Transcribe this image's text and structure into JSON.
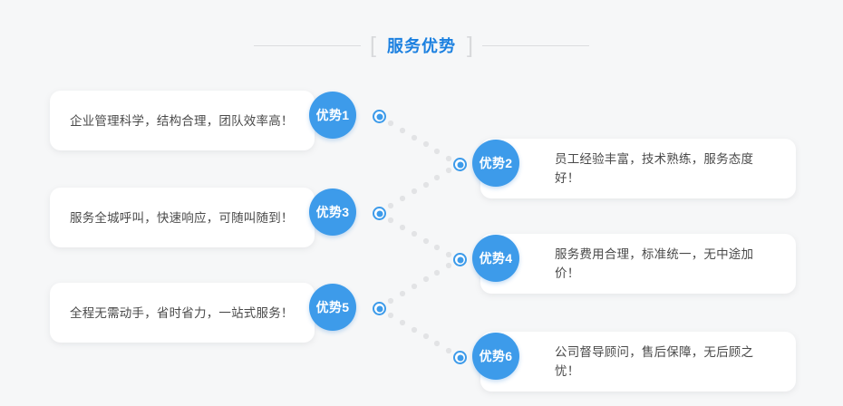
{
  "section": {
    "title": "服务优势",
    "bracket_left": "[",
    "bracket_right": "]",
    "accent_color": "#1b80e0",
    "badge_color": "#3d9bea",
    "background_color": "#f6f7f8",
    "card_color": "#ffffff",
    "rule_color": "#dcdddf",
    "dot_color": "#3d9bea",
    "connector_dot_color": "#e2e3e5"
  },
  "items": [
    {
      "badge": "优势1",
      "text": "企业管理科学，结构合理，团队效率高！",
      "side": "left"
    },
    {
      "badge": "优势2",
      "text": "员工经验丰富，技术熟练，服务态度好！",
      "side": "right"
    },
    {
      "badge": "优势3",
      "text": "服务全城呼叫，快速响应，可随叫随到！",
      "side": "left"
    },
    {
      "badge": "优势4",
      "text": "服务费用合理，标准统一，无中途加价！",
      "side": "right"
    },
    {
      "badge": "优势5",
      "text": "全程无需动手，省时省力，一站式服务！",
      "side": "left"
    },
    {
      "badge": "优势6",
      "text": "公司督导顾问，售后保障，无后顾之忧！",
      "side": "right"
    }
  ]
}
